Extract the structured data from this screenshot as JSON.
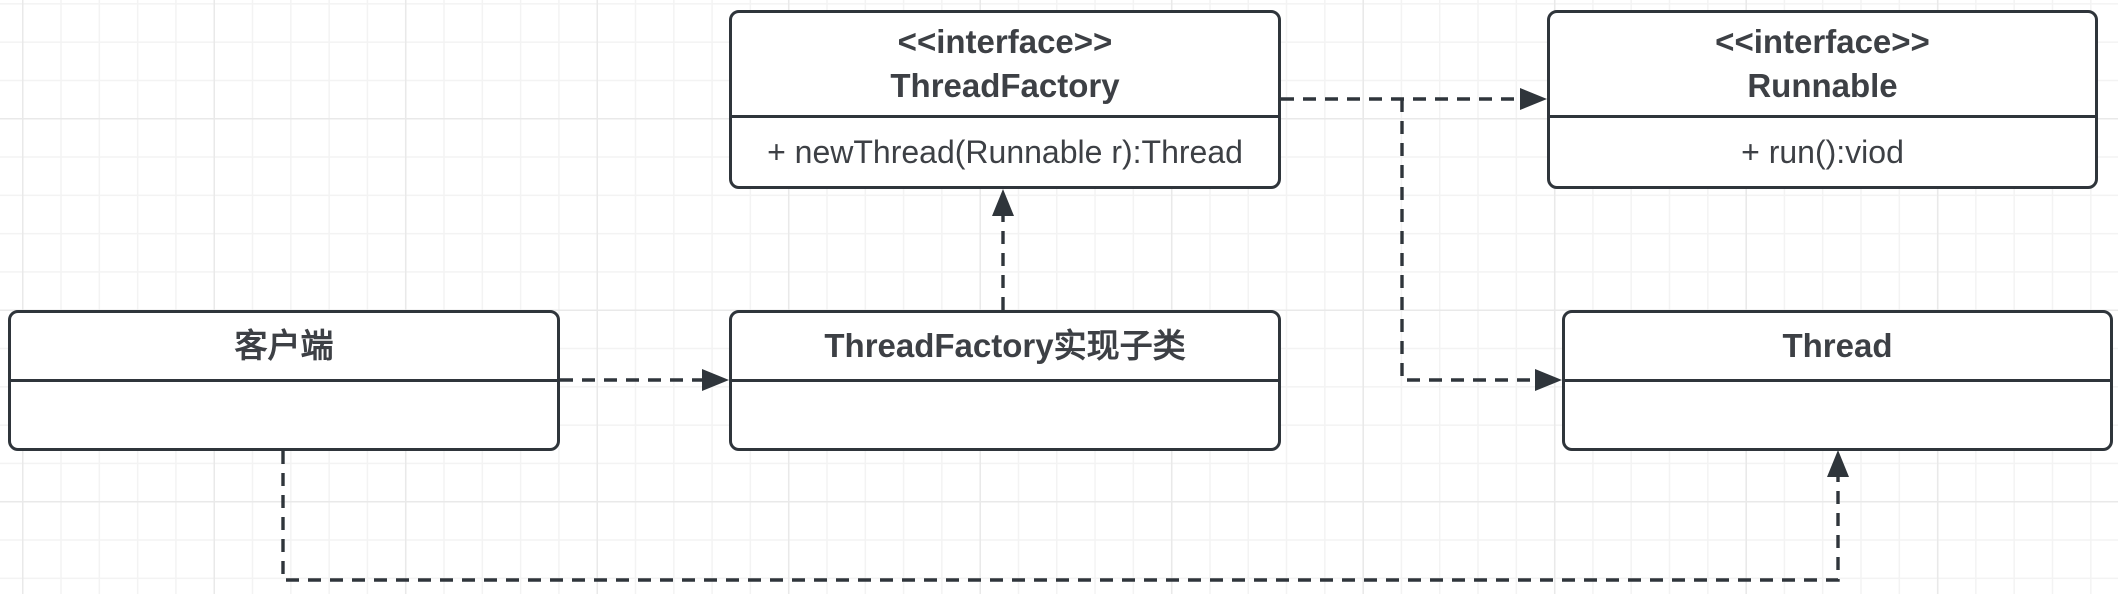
{
  "diagram": {
    "type": "uml-class-diagram",
    "colors": {
      "stroke": "#2f353b",
      "text": "#3d4045",
      "background": "#ffffff",
      "grid_minor": "#f3f3f3",
      "grid_major": "#e9e9e9"
    },
    "nodes": {
      "thread_factory": {
        "stereotype": "<<interface>>",
        "title": "ThreadFactory",
        "method": "+ newThread(Runnable r):Thread"
      },
      "runnable": {
        "stereotype": "<<interface>>",
        "title": "Runnable",
        "method": "+ run():viod"
      },
      "client": {
        "title": "客户端"
      },
      "factory_impl": {
        "title": "ThreadFactory实现子类"
      },
      "thread": {
        "title": "Thread"
      }
    },
    "edges": [
      {
        "id": "client-to-factory-impl",
        "from": "client",
        "to": "factory_impl",
        "line": "dashed",
        "arrow": "filled-triangle"
      },
      {
        "id": "factory-impl-to-thread-factory",
        "from": "factory_impl",
        "to": "thread_factory",
        "line": "dashed",
        "arrow": "filled-triangle"
      },
      {
        "id": "thread-factory-to-runnable",
        "from": "thread_factory",
        "to": "runnable",
        "line": "dashed",
        "arrow": "filled-triangle"
      },
      {
        "id": "thread-factory-to-thread",
        "from": "thread_factory",
        "to": "thread",
        "line": "dashed",
        "arrow": "filled-triangle"
      },
      {
        "id": "client-to-thread",
        "from": "client",
        "to": "thread",
        "line": "dashed",
        "arrow": "filled-triangle"
      }
    ]
  }
}
